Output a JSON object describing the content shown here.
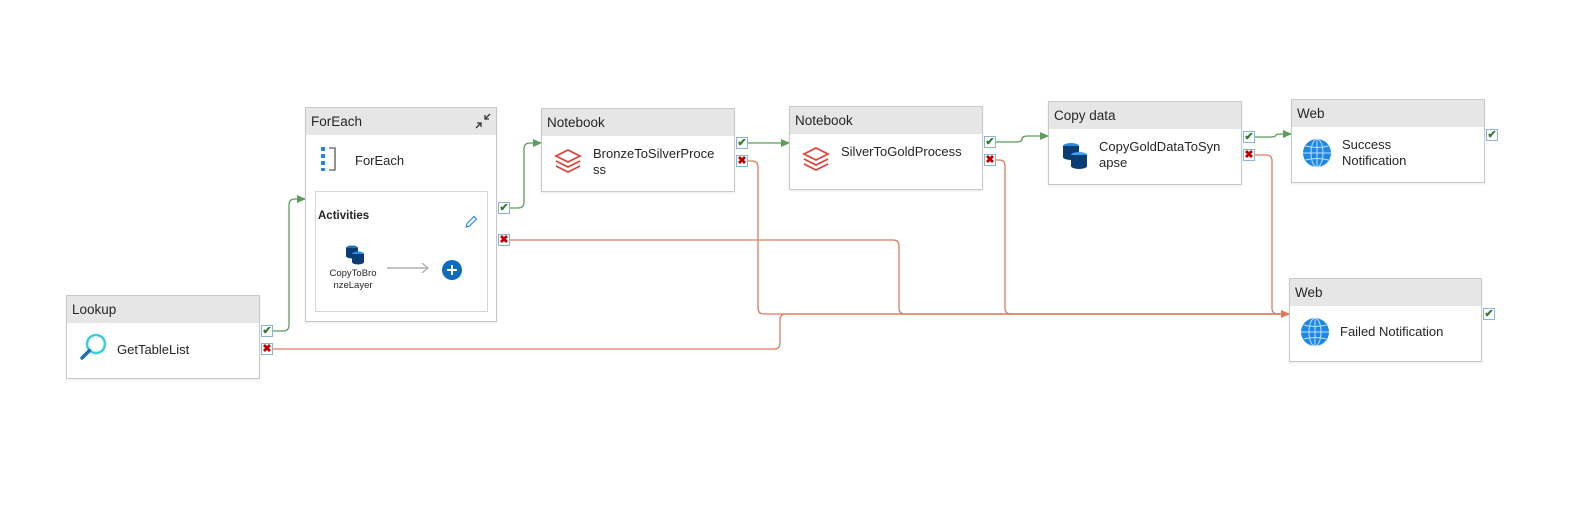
{
  "nodes": {
    "lookup": {
      "type": "Lookup",
      "name": "GetTableList"
    },
    "foreach": {
      "type": "ForEach",
      "name": "ForEach",
      "activities_title": "Activities",
      "inner_activity": "CopyToBronzeLayer"
    },
    "notebook1": {
      "type": "Notebook",
      "name": "BronzeToSilverProcess"
    },
    "notebook2": {
      "type": "Notebook",
      "name": "SilverToGoldProcess"
    },
    "copydata": {
      "type": "Copy data",
      "name": "CopyGoldDataToSynapse"
    },
    "web_success": {
      "type": "Web",
      "name": "Success Notification"
    },
    "web_failed": {
      "type": "Web",
      "name": "Failed Notification"
    }
  },
  "ports": {
    "success_glyph": "✔",
    "failure_glyph": "✖"
  },
  "colors": {
    "success_wire": "#5a9e5a",
    "failure_wire": "#e07a5f",
    "port_border": "#8ab4d8"
  },
  "icons": {
    "lookup": "magnifier-icon",
    "foreach": "foreach-icon",
    "notebook": "databricks-icon",
    "copy": "database-copy-icon",
    "web": "globe-icon"
  }
}
